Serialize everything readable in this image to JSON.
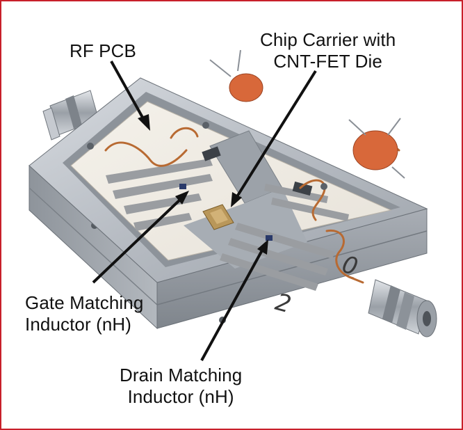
{
  "labels": {
    "rf_pcb": "RF PCB",
    "chip_carrier": [
      "Chip Carrier with",
      "CNT-FET Die"
    ],
    "gate_inductor": [
      "Gate Matching",
      "Inductor (nH)"
    ],
    "drain_inductor": [
      "Drain Matching",
      "Inductor (nH)"
    ]
  },
  "board_markings": {
    "zero": "0",
    "two": "2"
  },
  "colors": {
    "frame_border": "#c8202a",
    "aluminum": "#b9bec4",
    "pcb": "#f1ede6",
    "copper_wire": "#b86a32",
    "capacitor": "#d8683a"
  }
}
